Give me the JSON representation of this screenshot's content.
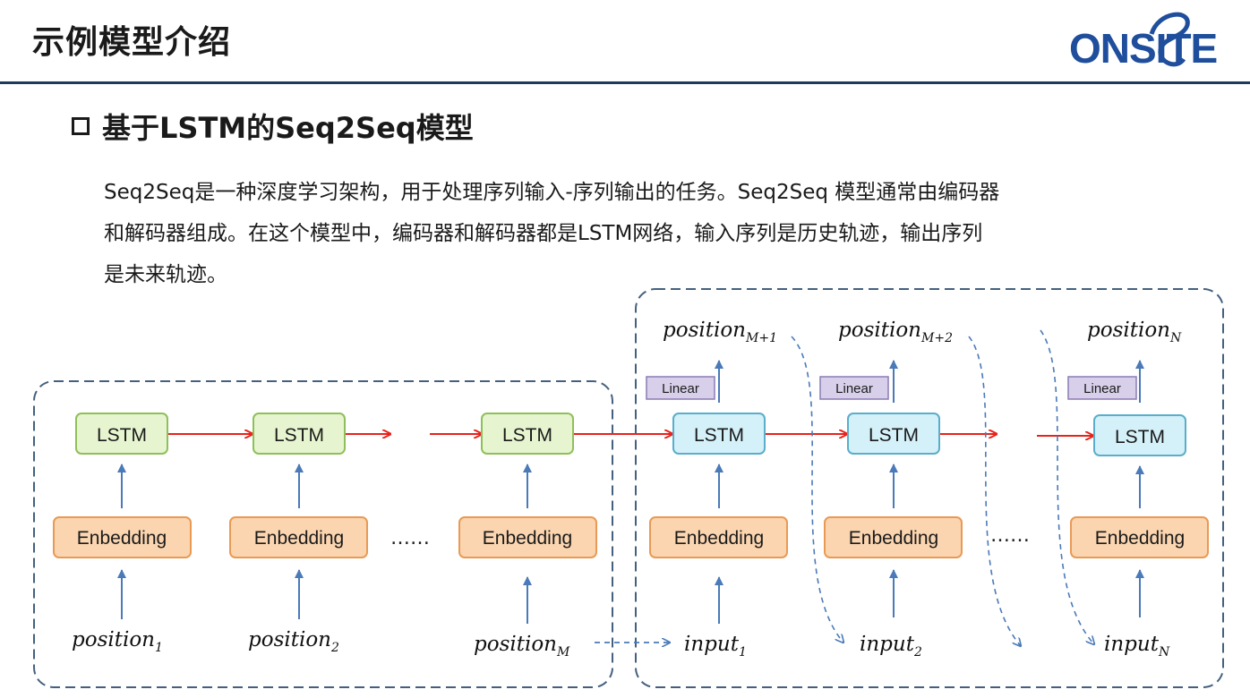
{
  "header": {
    "title": "示例模型介绍",
    "logo_text": "ONSITE"
  },
  "section": {
    "heading": "基于LSTM的Seq2Seq模型",
    "paragraph_lines": [
      "Seq2Seq是一种深度学习架构，用于处理序列输入-序列输出的任务。Seq2Seq 模型通常由编码器",
      "和解码器组成。在这个模型中，编码器和解码器都是LSTM网络，输入序列是历史轨迹，输出序列",
      "是未来轨迹。"
    ]
  },
  "diagram": {
    "lstm_label": "LSTM",
    "embedding_label": "Enbedding",
    "linear_label": "Linear",
    "ellipsis": "……",
    "encoder": {
      "inputs": [
        {
          "base": "position",
          "sub": "1"
        },
        {
          "base": "position",
          "sub": "2"
        },
        {
          "base": "position",
          "sub": "M"
        }
      ]
    },
    "decoder": {
      "inputs": [
        {
          "base": "input",
          "sub": "1"
        },
        {
          "base": "input",
          "sub": "2"
        },
        {
          "base": "input",
          "sub": "N"
        }
      ],
      "outputs": [
        {
          "base": "position",
          "sub": "M+1"
        },
        {
          "base": "position",
          "sub": "M+2"
        },
        {
          "base": "position",
          "sub": "N"
        }
      ]
    },
    "colors": {
      "encoder_lstm_fill": "#e6f5cf",
      "encoder_lstm_stroke": "#8fbf5a",
      "decoder_lstm_fill": "#d4f0f8",
      "decoder_lstm_stroke": "#5aaecb",
      "embedding_fill": "#fbd5b0",
      "embedding_stroke": "#e89a55",
      "linear_fill": "#d8d0ea",
      "linear_stroke": "#8a7cb3",
      "recurrent_arrow": "#e8231c",
      "flow_arrow": "#4a7ab8",
      "group_border": "#44607f",
      "brand": "#1f4e9c"
    }
  }
}
